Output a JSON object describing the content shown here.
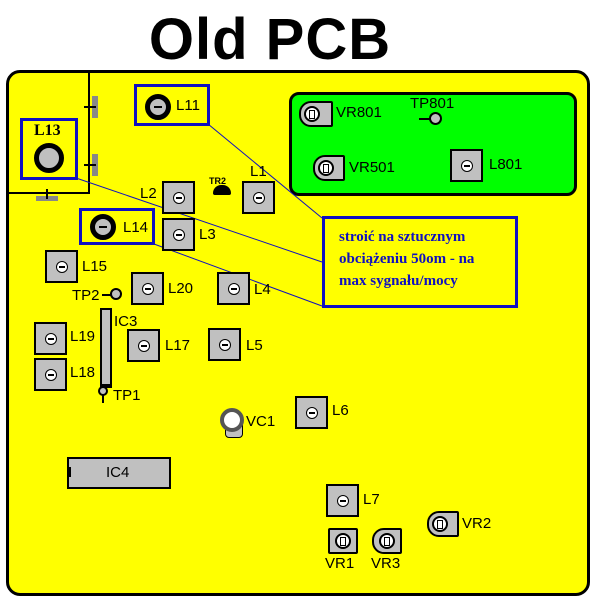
{
  "title": "Old PCB",
  "note": {
    "line1": "stroić na sztucznym",
    "line2": "obciążeniu 50om - na",
    "line3": "max sygnału/mocy"
  },
  "colors": {
    "board": "#ffff00",
    "subboard": "#00ff00",
    "component": "#c0c0c0",
    "highlight_box": "#1010c0"
  },
  "components": {
    "L1": "L1",
    "L2": "L2",
    "L3": "L3",
    "L4": "L4",
    "L5": "L5",
    "L6": "L6",
    "L7": "L7",
    "L11": "L11",
    "L13": "L13",
    "L14": "L14",
    "L15": "L15",
    "L17": "L17",
    "L18": "L18",
    "L19": "L19",
    "L20": "L20",
    "L801": "L801",
    "TR2": "TR2",
    "TP1": "TP1",
    "TP2": "TP2",
    "TP801": "TP801",
    "IC3": "IC3",
    "IC4": "IC4",
    "VC1": "VC1",
    "VR1": "VR1",
    "VR2": "VR2",
    "VR3": "VR3",
    "VR501": "VR501",
    "VR801": "VR801"
  },
  "highlighted": [
    "L11",
    "L13",
    "L14"
  ]
}
